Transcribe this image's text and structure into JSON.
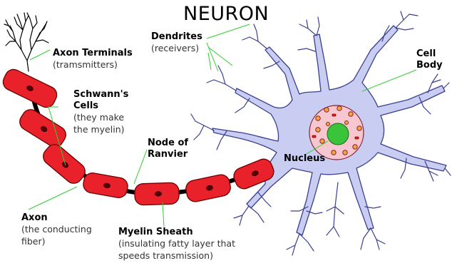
{
  "title": "NEURON",
  "labels": {
    "dendrites": {
      "name": "Dendrites",
      "desc": "(receivers)"
    },
    "cell_body": {
      "line1": "Cell",
      "line2": "Body"
    },
    "axon_terminals": {
      "name": "Axon Terminals",
      "desc": "(tramsmitters)"
    },
    "schwanns_cells": {
      "line1": "Schwann's",
      "line2": "Cells",
      "desc1": "(they make",
      "desc2": "the myelin)"
    },
    "node_of_ranvier": {
      "line1": "Node of",
      "line2": "Ranvier"
    },
    "nucleus": {
      "name": "Nucleus"
    },
    "axon": {
      "name": "Axon",
      "desc1": "(the conducting",
      "desc2": "fiber)"
    },
    "myelin_sheath": {
      "name": "Myelin Sheath",
      "desc1": "(insulating fatty layer that",
      "desc2": "speeds transmission)"
    }
  },
  "colors": {
    "soma_fill": "#c9cdf2",
    "outline": "#3a3f8f",
    "myelin_fill": "#e8212a",
    "myelin_outline": "#6b0000",
    "nucleus_fill": "#f6c7cf",
    "nucleolus_fill": "#39c43b",
    "leader_line": "#33cc33"
  }
}
